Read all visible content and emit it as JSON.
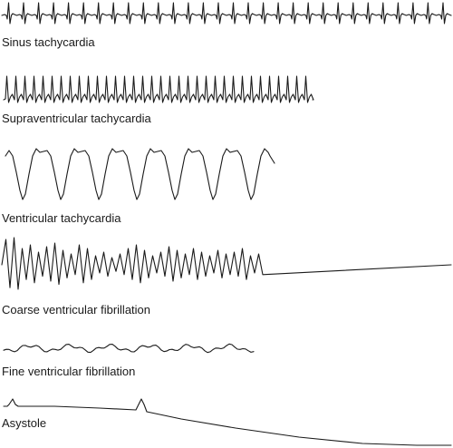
{
  "figure": {
    "colors": {
      "trace": "#1a1a1a",
      "label": "#1a1a1a",
      "background": "#ffffff"
    },
    "rhythms": [
      {
        "id": "sinus-tachycardia",
        "label": "Sinus tachycardia"
      },
      {
        "id": "supraventricular-tachycardia",
        "label": "Supraventricular tachycardia"
      },
      {
        "id": "ventricular-tachycardia",
        "label": "Ventricular tachycardia"
      },
      {
        "id": "coarse-ventricular-fibrillation",
        "label": "Coarse ventricular fibrillation"
      },
      {
        "id": "fine-ventricular-fibrillation",
        "label": "Fine ventricular fibrillation"
      },
      {
        "id": "asystole",
        "label": "Asystole"
      }
    ]
  }
}
